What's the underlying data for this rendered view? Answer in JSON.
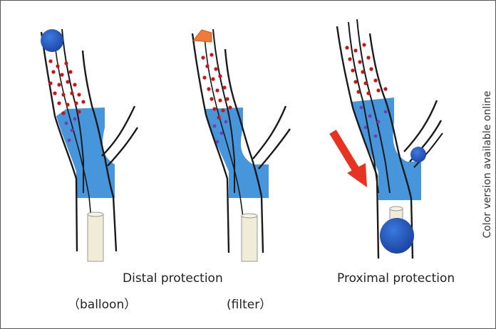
{
  "labels": {
    "distal_protection": "Distal protection",
    "balloon": "（balloon）",
    "filter": "(filter）",
    "proximal_protection": "Proximal protection"
  },
  "side_note": "Color version available online",
  "colors": {
    "stent_blue": "#3d8fd8",
    "debris_red": "#c81414",
    "balloon_blue": "#2a5fc4",
    "filter_orange": "#f07a3a",
    "arrow_red": "#e63322",
    "catheter_tube": "#f0ecd8",
    "vessel_line": "#1a1a1a"
  },
  "icons": [
    "distal-balloon-icon",
    "filter-icon",
    "proximal-balloon-icon",
    "flow-arrow-icon"
  ]
}
